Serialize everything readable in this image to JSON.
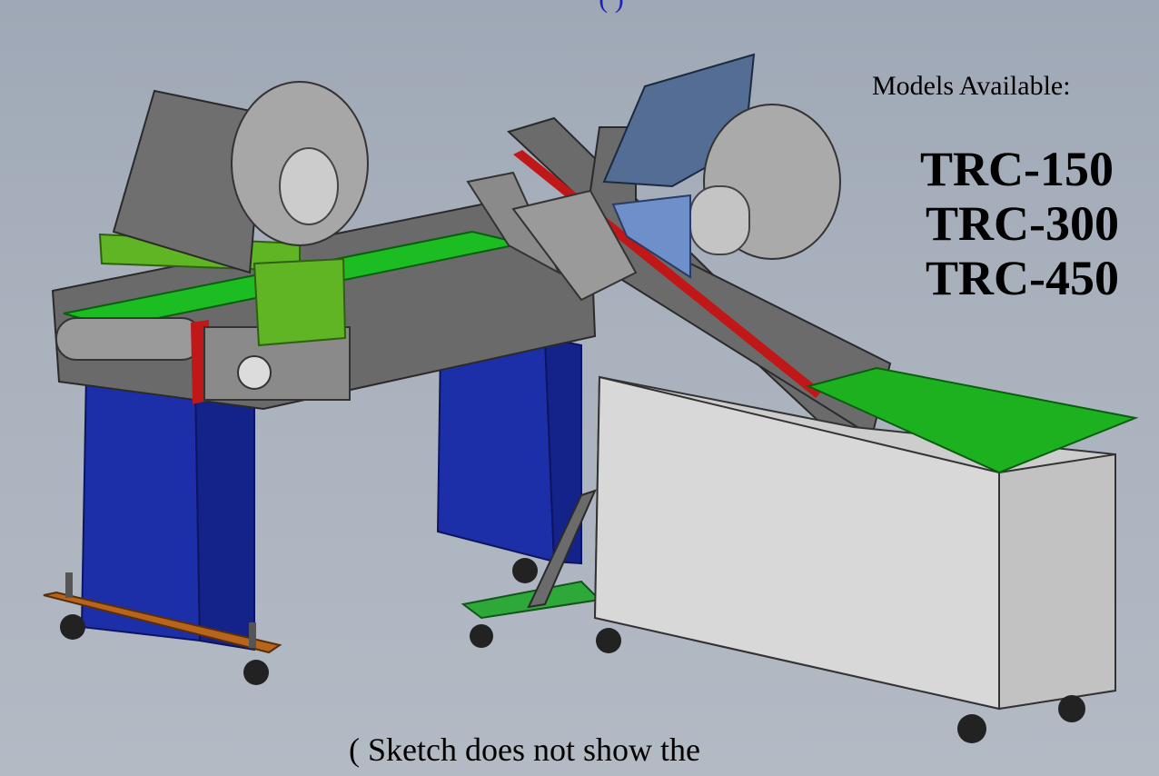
{
  "header": {
    "cut_text": "(        )"
  },
  "models": {
    "label": "Models Available:",
    "items": [
      "TRC-150",
      "TRC-300",
      "TRC-450"
    ]
  },
  "caption": "( Sketch does not show the",
  "colors": {
    "background": "#a9b1bd",
    "frame_gray": "#6b6b6b",
    "belt_green": "#19b81e",
    "leg_blue": "#1c2ea6",
    "tank_gray": "#cfcfcf",
    "accent_red": "#c01818",
    "base_orange": "#b8651c"
  }
}
